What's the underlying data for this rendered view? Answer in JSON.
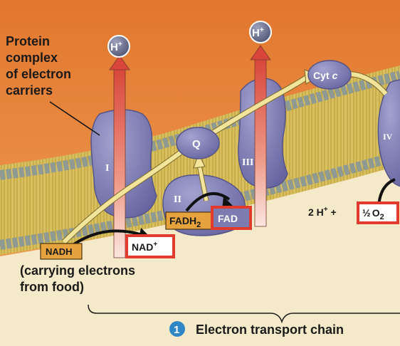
{
  "title_label": "Protein complex of electron carriers",
  "title_lines": [
    "Protein",
    "complex",
    "of electron",
    "carriers"
  ],
  "complexes": [
    "I",
    "II",
    "III",
    "IV"
  ],
  "carriers": {
    "q": "Q",
    "cyt": "Cyt",
    "cyt_sub": "c"
  },
  "proton": {
    "base": "H",
    "charge": "+"
  },
  "molecules": {
    "nadh": "NADH",
    "nad": "NAD",
    "nad_charge": "+",
    "fadh": "FADH",
    "fadh_sub": "2",
    "fad": "FAD"
  },
  "oxygen": {
    "prefix": "2 H",
    "charge": "+",
    "plus": " + ",
    "fraction": "½",
    "o": "O",
    "o_sub": "2"
  },
  "caption_lines": [
    "(carrying electrons",
    "from food)"
  ],
  "step": {
    "number": "1",
    "label": "Electron transport chain"
  },
  "colors": {
    "sky": "#e8923e",
    "stroma": "#f4e9c8",
    "lipid_head": "#9aa69a",
    "lipid_tail": "#d8c060",
    "protein": "#7d7cb0",
    "protein_dark": "#55548a",
    "arrow_proton": "#e05a48",
    "arrow_electron": "#f3e49b",
    "highlight_box": "#e33a2e",
    "molecule_box": "#e6a33d",
    "step_circle": "#2f86c7"
  }
}
